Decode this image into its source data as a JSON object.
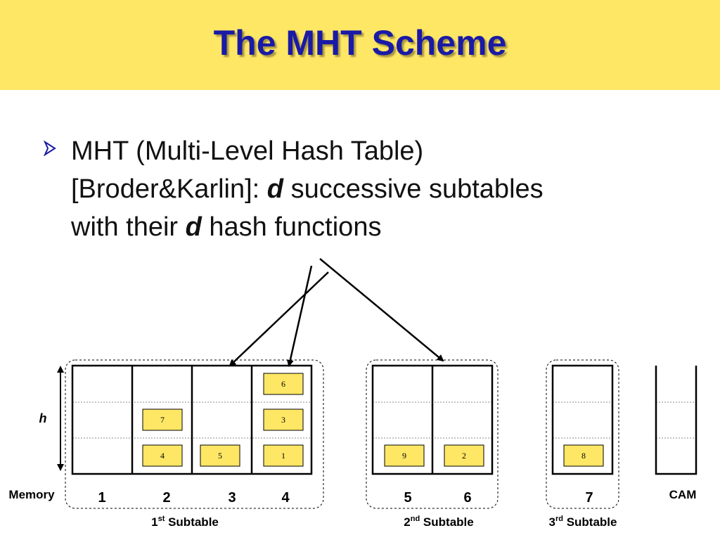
{
  "title": "The MHT Scheme",
  "bullet": {
    "icon": "arrowhead-bullet-icon",
    "line1": "MHT (Multi-Level Hash Table)",
    "line2_a": "[Broder&Karlin]: ",
    "line2_d": "d",
    "line2_b": " successive subtables",
    "line3_a": "with their ",
    "line3_d": "d",
    "line3_b": " hash functions"
  },
  "diagram": {
    "height_label": "h",
    "memory_label": "Memory",
    "cam_label": "CAM",
    "columns": [
      "1",
      "2",
      "3",
      "4",
      "5",
      "6",
      "7"
    ],
    "subtables": [
      {
        "num": "1",
        "sup": "st",
        "word": " Subtable"
      },
      {
        "num": "2",
        "sup": "nd",
        "word": " Subtable"
      },
      {
        "num": "3",
        "sup": "rd",
        "word": " Subtable"
      }
    ],
    "items": [
      {
        "label": "6",
        "column": "4",
        "row": 1
      },
      {
        "label": "7",
        "column": "2",
        "row": 2
      },
      {
        "label": "3",
        "column": "4",
        "row": 2
      },
      {
        "label": "4",
        "column": "2",
        "row": 3
      },
      {
        "label": "5",
        "column": "3",
        "row": 3
      },
      {
        "label": "1",
        "column": "4",
        "row": 3
      },
      {
        "label": "9",
        "column": "5",
        "row": 3
      },
      {
        "label": "2",
        "column": "6",
        "row": 3
      },
      {
        "label": "8",
        "column": "7",
        "row": 3
      }
    ],
    "colors": {
      "item_fill": "#ffe766",
      "title_band": "#ffe766",
      "title_text": "#1a1aa6"
    }
  }
}
